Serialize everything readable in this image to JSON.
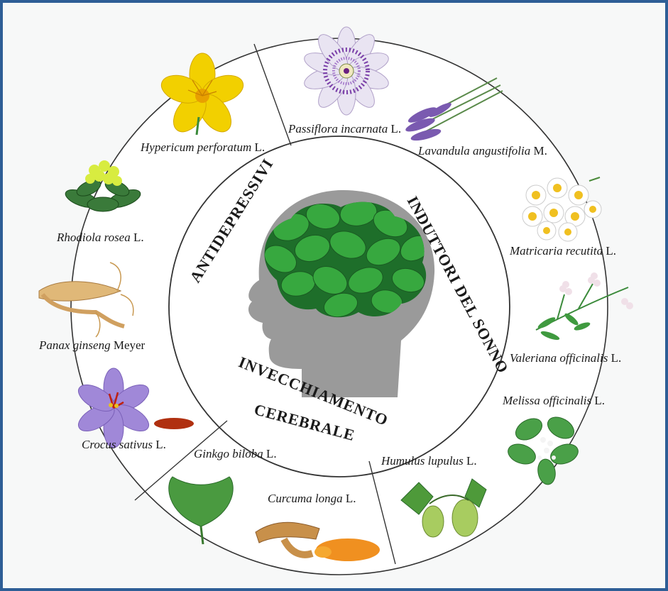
{
  "categories": {
    "antidepressants": "ANTIDEPRESSIVI",
    "sleep_inducers": "INDUTTORI DEL SONNO",
    "brain_aging_line1": "INVECCHIAMENTO",
    "brain_aging_line2": "CEREBRALE"
  },
  "plants": {
    "hypericum": {
      "name": "Hypericum perforatum",
      "author": "L."
    },
    "passiflora": {
      "name": "Passiflora incarnata",
      "author": "L."
    },
    "lavandula": {
      "name": "Lavandula angustifolia",
      "author": "M."
    },
    "matricaria": {
      "name": "Matricaria recutita",
      "author": "L."
    },
    "valeriana": {
      "name": "Valeriana officinalis",
      "author": "L."
    },
    "melissa": {
      "name": "Melissa officinalis",
      "author": "L."
    },
    "humulus": {
      "name": "Humulus lupulus",
      "author": "L."
    },
    "curcuma": {
      "name": "Curcuma longa",
      "author": "L."
    },
    "ginkgo": {
      "name": "Ginkgo biloba",
      "author": "L."
    },
    "crocus": {
      "name": "Crocus sativus",
      "author": "L."
    },
    "panax": {
      "name": "Panax ginseng",
      "author": "Meyer"
    },
    "rhodiola": {
      "name": "Rhodiola rosea",
      "author": "L."
    }
  },
  "colors": {
    "frame_border": "#2e5e96",
    "head_silhouette": "#9a9a9a",
    "leaf_green": "#2f8f3a"
  },
  "icons": {
    "head": "head-with-leaves-icon",
    "plants": [
      "hypericum-flower-icon",
      "passiflora-flower-icon",
      "lavender-icon",
      "chamomile-icon",
      "valerian-icon",
      "lemon-balm-icon",
      "hops-icon",
      "turmeric-icon",
      "ginkgo-leaf-icon",
      "saffron-crocus-icon",
      "ginseng-root-icon",
      "rhodiola-icon"
    ]
  }
}
